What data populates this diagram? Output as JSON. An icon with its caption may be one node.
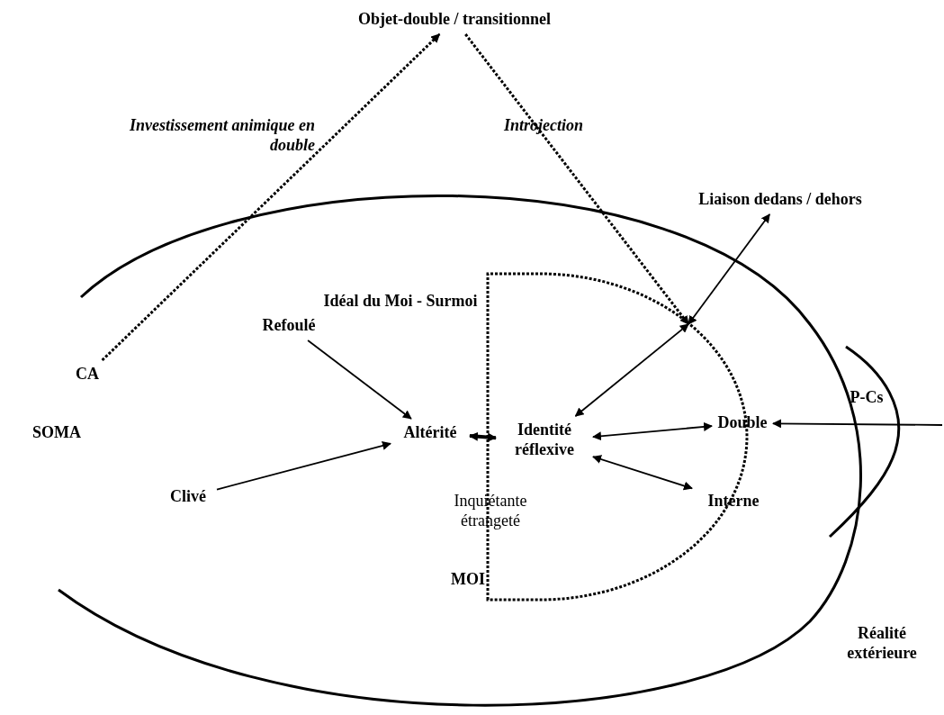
{
  "diagram": {
    "nodes": [
      {
        "text": [
          "Objet-double / transitionnel"
        ]
      },
      {
        "text": [
          "CA"
        ]
      },
      {
        "text": [
          "Liaison dedans / dehors"
        ]
      },
      {
        "text": [],
        "shape": "box"
      },
      {
        "text": [
          "Refoulé"
        ]
      },
      {
        "text": [
          "Clivé"
        ]
      },
      {
        "text": [
          "Altérité"
        ]
      },
      {
        "text": [
          "Identité réflexive"
        ],
        "in": 3
      },
      {
        "text": [
          "Double"
        ]
      },
      {
        "text": [
          "Interne"
        ]
      }
    ],
    "edges": [
      {
        "from": 1,
        "to": 0,
        "arrow": "to",
        "style": "dashed",
        "label": "Investissement animique en double"
      },
      {
        "from": 0,
        "to": 3,
        "arrow": "to",
        "style": "dashed",
        "label": "Introjection"
      },
      {
        "from": 2,
        "to": 3,
        "arrow": "both"
      },
      {
        "from": 7,
        "to": 3,
        "arrow": "both"
      },
      {
        "from": 4,
        "to": 6,
        "arrow": "to"
      },
      {
        "from": 5,
        "to": 6,
        "arrow": "to"
      },
      {
        "from": 6,
        "to": 7,
        "arrow": "both",
        "style": "thick"
      },
      {
        "from": 7,
        "to": 8,
        "arrow": "both"
      },
      {
        "from": null,
        "to": 8,
        "arrow": "to"
      },
      {
        "from": 7,
        "to": 9,
        "arrow": "both"
      }
    ],
    "labels": [
      "Idéal du Moi - Surmoi",
      "SOMA",
      "P-Cs",
      "Inquiétante étrangeté",
      "MOI",
      "Réalité extérieure"
    ]
  }
}
